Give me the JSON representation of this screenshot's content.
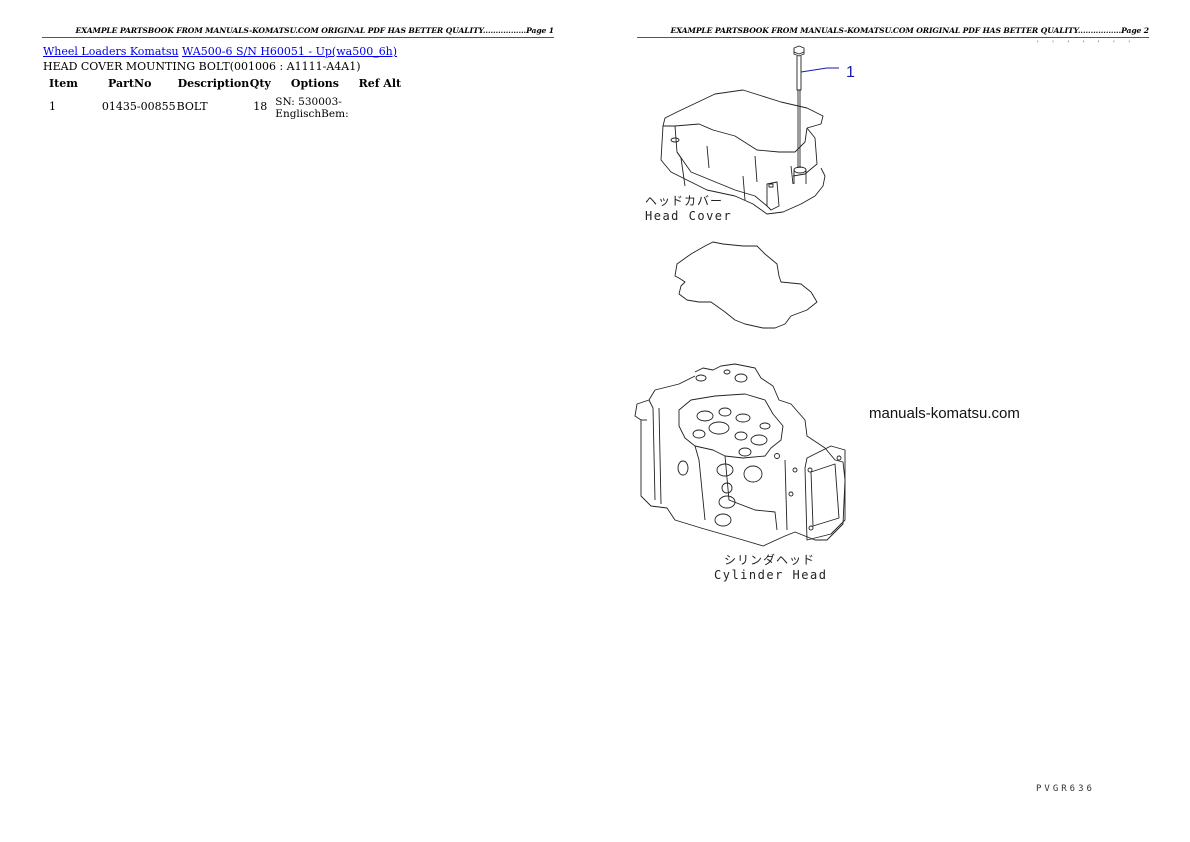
{
  "pages": [
    {
      "banner": "EXAMPLE PARTSBOOK FROM MANUALS-KOMATSU.COM ORIGINAL PDF HAS BETTER QUALITY.................Page 1",
      "breadcrumb": {
        "link1": "Wheel Loaders Komatsu",
        "link2": "WA500-6 S/N H60051 - Up(wa500_6h)"
      },
      "subtitle": "HEAD COVER MOUNTING BOLT(001006 : A1111-A4A1)",
      "table": {
        "headers": [
          "Item",
          "PartNo",
          "Description",
          "Qty",
          "Options",
          "Ref Alt"
        ],
        "rows": [
          {
            "item": "1",
            "partno": "01435-00855",
            "description": "BOLT",
            "qty": "18",
            "options_line1": "SN: 530003-",
            "options_line2": "EnglischBem:",
            "ref_alt": ""
          }
        ]
      }
    },
    {
      "banner": "EXAMPLE PARTSBOOK FROM MANUALS-KOMATSU.COM ORIGINAL PDF HAS BETTER QUALITY.................Page 2",
      "drawing": {
        "callout_number": "1",
        "head_cover_jp": "ヘッドカバー",
        "head_cover_en": "Head Cover",
        "cylinder_head_jp": "シリンダヘッド",
        "cylinder_head_en": "Cylinder Head",
        "watermark": "manuals-komatsu.com",
        "drawing_code": "PVGR636",
        "top_marks": "' ' ' ' ' ' '",
        "line_color": "#222222",
        "callout_color": "#1a1aaa"
      }
    }
  ]
}
